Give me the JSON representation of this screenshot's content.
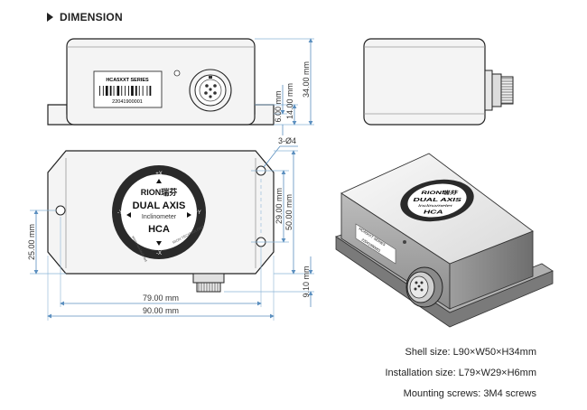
{
  "header": {
    "title": "DIMENSION"
  },
  "front_view": {
    "label_series": "HCA5XXT SERIES",
    "label_serial": "22041900001",
    "dim_height_base": "6.00 mm",
    "dim_height_mid": "14.00 mm",
    "dim_height_total": "34.00 mm"
  },
  "top_view": {
    "hole_callout": "3-Ø4",
    "brand": "RION瑞芬",
    "product_line_1": "DUAL AXIS",
    "product_line_2": "Inclinometer",
    "model": "HCA",
    "axis_plus_x": "+X",
    "axis_minus_x": "-X",
    "axis_plus_y": "+Y",
    "axis_minus_y": "-Y",
    "ring_text_left": "www.rion-tech.net",
    "ring_text_right": "RION TECHNOLOGY",
    "dim_hole_spacing_v": "29.00 mm",
    "dim_body_width": "50.00 mm",
    "dim_hole_offset": "25.00 mm",
    "dim_connector": "9.10 mm",
    "dim_hole_spacing_h": "79.00 mm",
    "dim_total_length": "90.00 mm"
  },
  "iso_view": {
    "label_series": "HCA5XXT SERIES",
    "label_serial": "22041900001",
    "brand": "RION瑞芬",
    "product_line_1": "DUAL AXIS",
    "product_line_2": "Inclinometer",
    "model": "HCA"
  },
  "specs": [
    "Shell size: L90×W50×H34mm",
    "Installation size: L79×W29×H6mm",
    "Mounting screws: 3M4 screws"
  ],
  "colors": {
    "dim_line": "#8ab4d6",
    "dim_text": "#333333",
    "body_fill": "#f4f4f4",
    "outline": "#222222"
  }
}
